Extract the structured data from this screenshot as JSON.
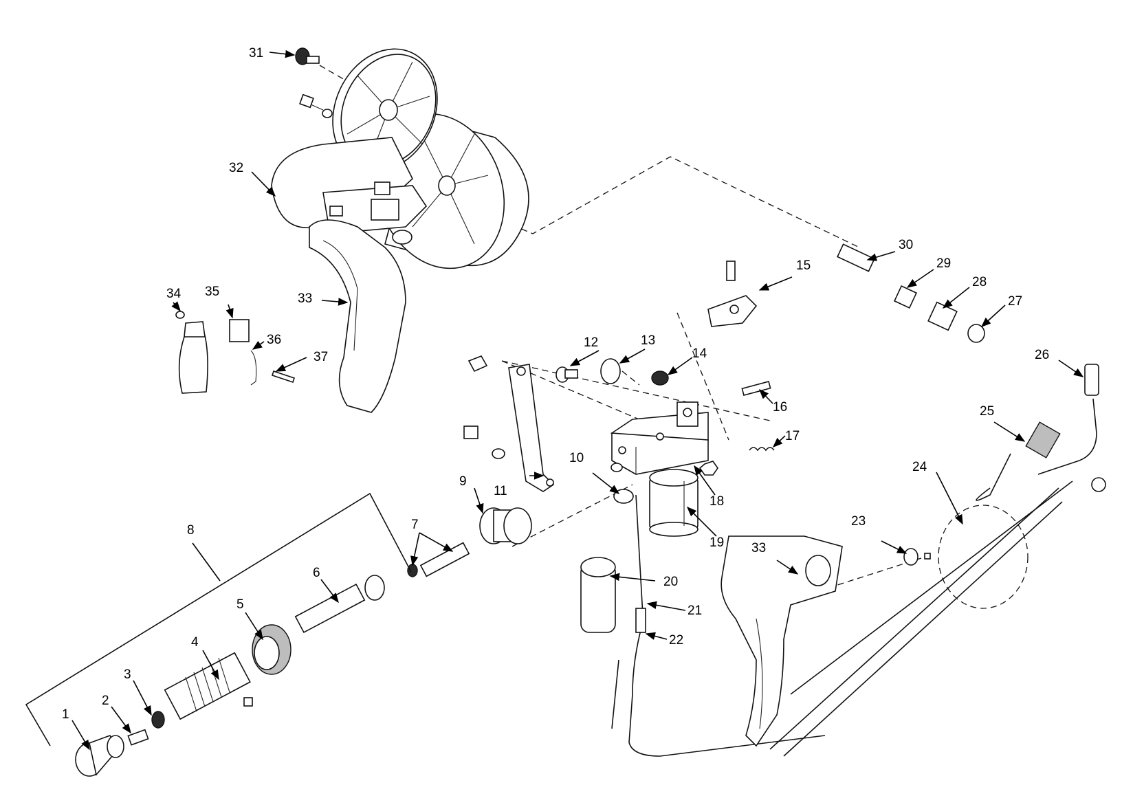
{
  "callouts": {
    "c1": "1",
    "c2": "2",
    "c3": "3",
    "c4": "4",
    "c5": "5",
    "c6": "6",
    "c7": "7",
    "c8": "8",
    "c9": "9",
    "c10": "10",
    "c11": "11",
    "c12": "12",
    "c13": "13",
    "c14": "14",
    "c15": "15",
    "c16": "16",
    "c17": "17",
    "c18": "18",
    "c19": "19",
    "c20": "20",
    "c21": "21",
    "c22": "22",
    "c23": "23",
    "c24": "24",
    "c25": "25",
    "c26": "26",
    "c27": "27",
    "c28": "28",
    "c29": "29",
    "c30": "30",
    "c31": "31",
    "c32": "32",
    "c33a": "33",
    "c33b": "33",
    "c34": "34",
    "c35": "35",
    "c36": "36",
    "c37": "37"
  }
}
